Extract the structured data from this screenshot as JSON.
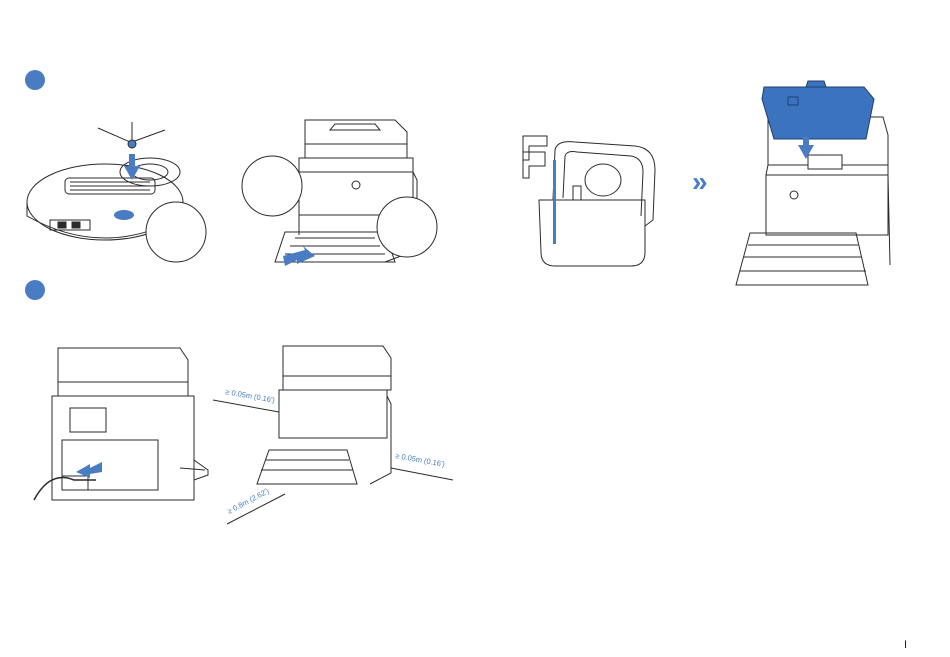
{
  "colors": {
    "accent": "#4a7cc4",
    "line": "#2b2b2b",
    "tank_fill": "#3c73bf"
  },
  "steps": [
    {
      "id": 1,
      "icon": "step-1-dot"
    },
    {
      "id": 2,
      "icon": "step-2-dot"
    }
  ],
  "clearances": {
    "left": "≥ 0.05m (0.16')",
    "right": "≥ 0.05m (0.16')",
    "front": "≥ 0.8m (2.62')"
  },
  "arrow_glyph": "»",
  "page_number": "I"
}
